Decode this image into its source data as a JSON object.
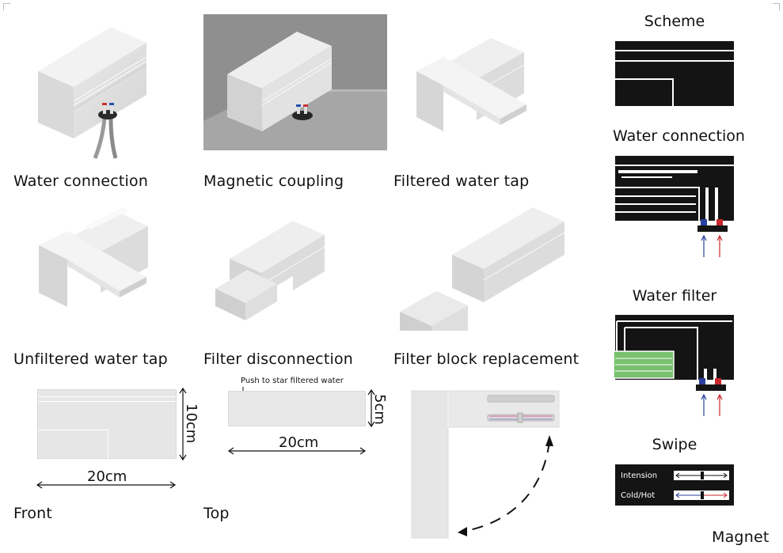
{
  "captions": {
    "water_connection": "Water connection",
    "magnetic_coupling": "Magnetic coupling",
    "filtered_tap": "Filtered water tap",
    "unfiltered_tap": "Unfiltered water tap",
    "filter_disconnection": "Filter disconnection",
    "filter_replacement": "Filter block replacement",
    "front": "Front",
    "top": "Top"
  },
  "dimensions": {
    "front_height": "10cm",
    "front_width": "20cm",
    "top_depth": "5cm",
    "top_width": "20cm",
    "top_note": "Push to star filtered water"
  },
  "sidebar": {
    "scheme": "Scheme",
    "water_connection": "Water connection",
    "water_filter": "Water filter",
    "swipe": "Swipe",
    "swipe_intension": "Intension",
    "swipe_cold_hot": "Cold/Hot",
    "magnet": "Magnet"
  },
  "colors": {
    "scheme_fill": "#141414",
    "filter_green": "#7ac06e",
    "cold_blue": "#2a3fa0",
    "hot_red": "#c9272c",
    "render_background": "#8f8f8f"
  }
}
